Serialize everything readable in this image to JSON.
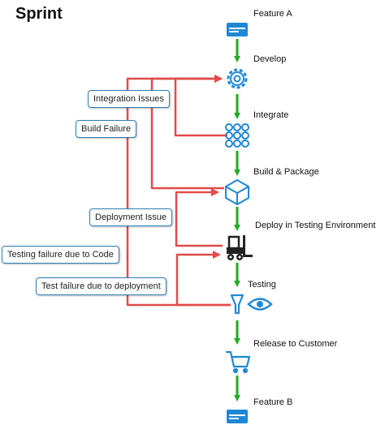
{
  "title": "Sprint",
  "steps": {
    "feature_a": "Feature A",
    "develop": "Develop",
    "integrate": "Integrate",
    "build_package": "Build & Package",
    "deploy_testing": "Deploy in Testing Environment",
    "testing": "Testing",
    "release": "Release to Customer",
    "feature_b": "Feature B"
  },
  "callouts": {
    "integration_issues": "Integration Issues",
    "build_failure": "Build Failure",
    "deployment_issue": "Deployment Issue",
    "testing_failure_code": "Testing failure due to Code",
    "test_failure_deployment": "Test failure due to deployment"
  },
  "colors": {
    "flow_arrow": "#22aa22",
    "feedback_arrow": "#e34a4a",
    "icon_blue": "#1e88d6",
    "callout_border": "#2b7fb5"
  },
  "icons": [
    "card-icon",
    "gear-icon",
    "grid-icon",
    "box-icon",
    "forklift-icon",
    "funnel-icon",
    "eye-icon",
    "cart-icon"
  ]
}
